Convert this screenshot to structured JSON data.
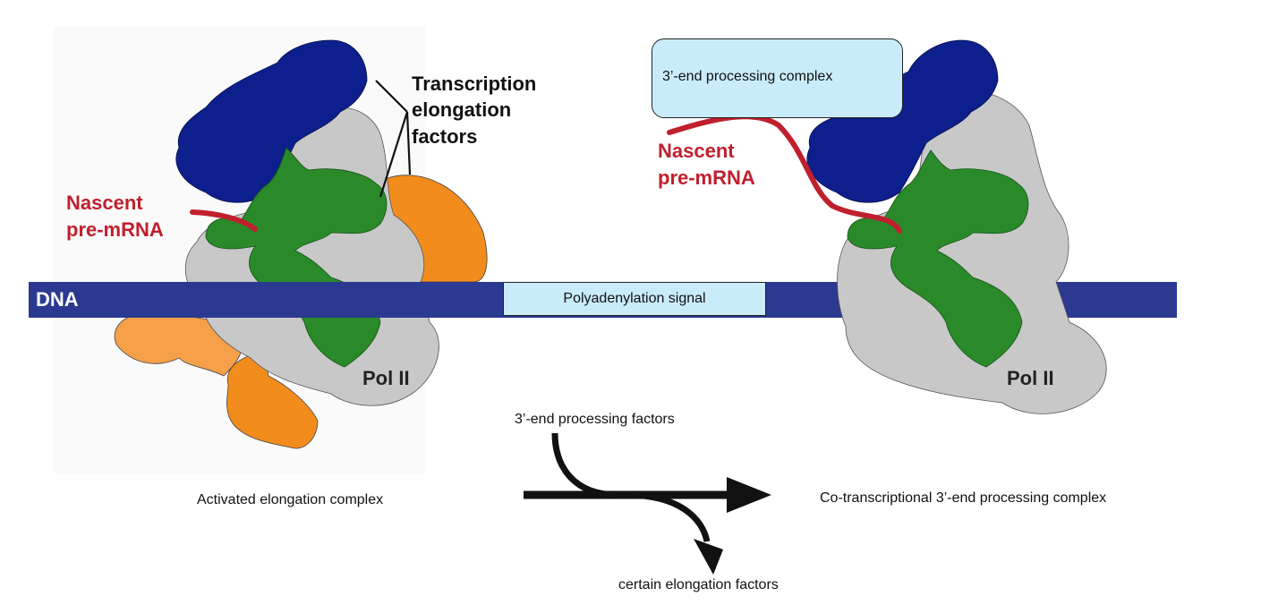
{
  "labels": {
    "dna": "DNA",
    "polyadenylation_signal": "Polyadenylation signal",
    "transcription_elongation_factors": [
      "Transcription",
      "elongation",
      "factors"
    ],
    "nascent_premrna_left": [
      "Nascent",
      "pre-mRNA"
    ],
    "nascent_premrna_right": [
      "Nascent",
      "pre-mRNA"
    ],
    "pol2_left": "Pol II",
    "pol2_right": "Pol II",
    "processing_complex_box": "3’-end processing complex",
    "activated_elongation_complex": "Activated elongation complex",
    "processing_factors_in": "3’-end processing factors",
    "cotranscriptional_complex": "Co-transcriptional 3’-end processing complex",
    "elongation_factors_out": "certain elongation factors"
  },
  "colors": {
    "dna": "#2b3990",
    "box_fill": "#c9ecfb",
    "rna": "#c0202e",
    "pol2": "#c8c8c8",
    "green_factor": "#2a8a2a",
    "blue_factor": "#0d1f8c",
    "orange_factor": "#f28c1c"
  }
}
